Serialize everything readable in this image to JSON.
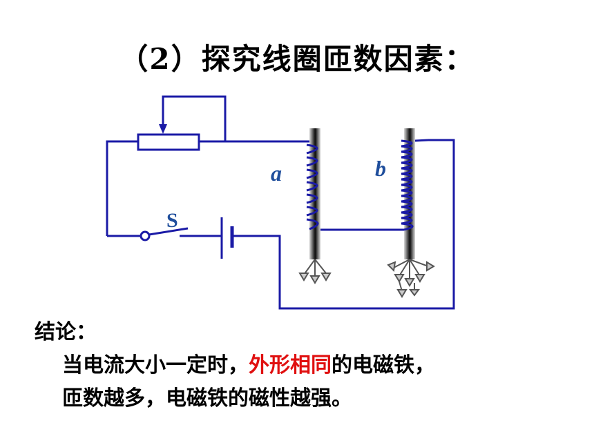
{
  "title": "（2）探究线圈匝数因素：",
  "diagram": {
    "switch_label": "S",
    "coil_a_label": "a",
    "coil_b_label": "b",
    "wire_color": "#1a1aa6",
    "label_color": "#1f4e9c"
  },
  "conclusion": {
    "label": "结论：",
    "line1_before": "当电流大小一定时，",
    "line1_highlight": "外形相同",
    "line1_after": "的电磁铁，",
    "line2": "匝数越多，电磁铁的磁性越强。",
    "highlight_color": "#e01010"
  }
}
